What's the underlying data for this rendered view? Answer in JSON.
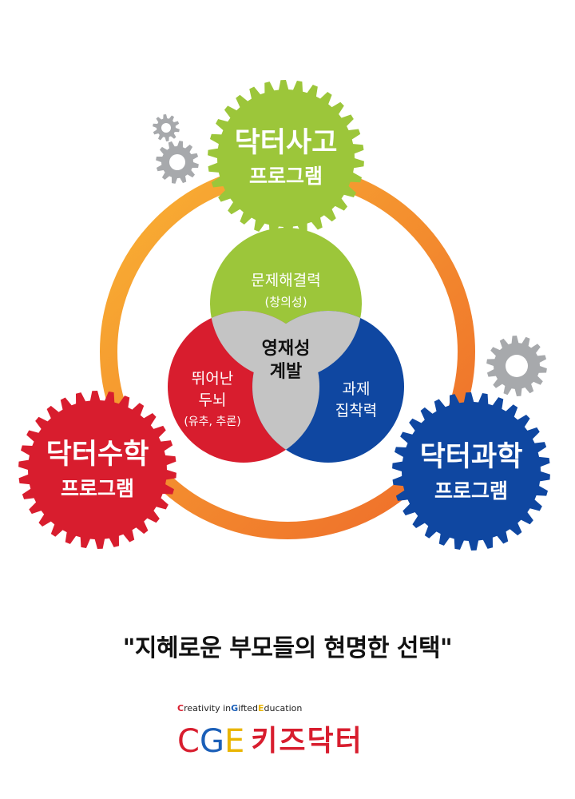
{
  "colors": {
    "green": "#9cc63a",
    "red": "#d81d2e",
    "blue": "#0f47a1",
    "gray": "#c4c4c4",
    "orange_ring": "#f5962e",
    "gear_gray": "#a7a9ac"
  },
  "gears": {
    "top": {
      "line1": "닥터사고",
      "line2": "프로그램"
    },
    "left": {
      "line1": "닥터수학",
      "line2": "프로그램"
    },
    "right": {
      "line1": "닥터과학",
      "line2": "프로그램"
    }
  },
  "venn": {
    "top": {
      "line1": "문제해결력",
      "line2": "(창의성)"
    },
    "left": {
      "line1": "뛰어난",
      "line2": "두뇌",
      "line3": "(유추, 추론)"
    },
    "right": {
      "line1": "과제",
      "line2": "집착력"
    },
    "center": {
      "line1": "영재성",
      "line2": "계발"
    }
  },
  "slogan": "\"지혜로운 부모들의 현명한 선택\"",
  "logo": {
    "tagline_c": "C",
    "tagline_1": "reativity in ",
    "tagline_g": "G",
    "tagline_2": "ifted ",
    "tagline_e": "E",
    "tagline_3": "ducation",
    "letter_c": "C",
    "letter_g": "G",
    "letter_e": "E",
    "name": "키즈닥터",
    "color_c": "#d81d2e",
    "color_g": "#1b5fb8",
    "color_e": "#e9b500",
    "color_name": "#d81d2e"
  }
}
